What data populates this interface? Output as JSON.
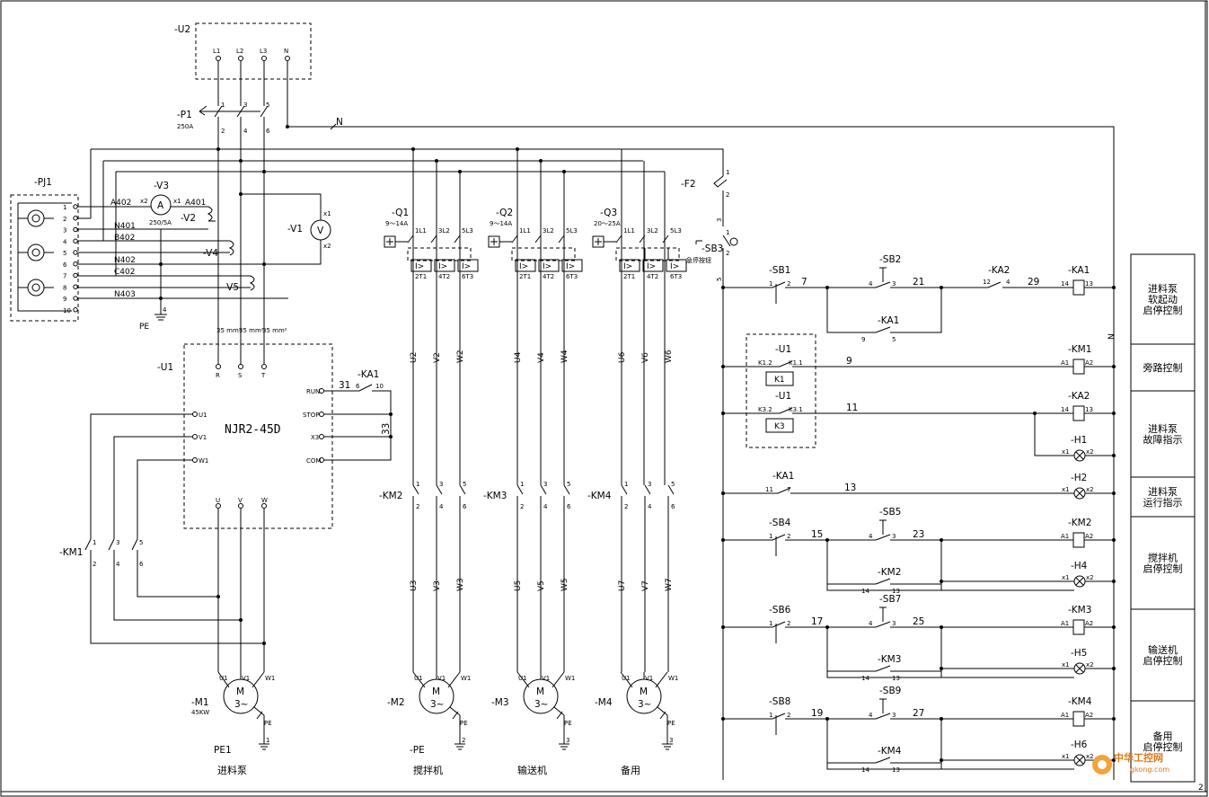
{
  "meta": {
    "page_number": "2",
    "watermark_text": "中华工控网",
    "watermark_sub": "gkong.com"
  },
  "supply": {
    "tag": "-U2",
    "terminals": [
      "L1",
      "L2",
      "L3",
      "N"
    ],
    "breaker_tag": "-P1",
    "breaker_rating": "250A",
    "breaker_pins_top": [
      "1",
      "3",
      "5"
    ],
    "breaker_pins_bottom": [
      "2",
      "4",
      "6"
    ],
    "neutral_label": "N"
  },
  "meters": {
    "pj1": {
      "tag": "-PJ1",
      "terminals": [
        "1",
        "2",
        "3",
        "4",
        "5",
        "6",
        "7",
        "8",
        "9",
        "10"
      ]
    },
    "ammeter": {
      "tag": "-V3",
      "symbol": "A",
      "rating": "250/5A",
      "pin_left": "x2",
      "pin_right": "x1"
    },
    "voltmeter": {
      "tag": "-V1",
      "symbol": "V",
      "pin_top": "x1",
      "pin_bottom": "x2"
    },
    "ct_tags": [
      "-V2",
      "-V4",
      "-V5"
    ],
    "wire_labels": [
      "A402",
      "A401",
      "N401",
      "B402",
      "N402",
      "C402",
      "N403"
    ],
    "pe_label": "PE",
    "pe_pin": "4",
    "cable_size": "35 mm²"
  },
  "soft_starter": {
    "tag": "-U1",
    "model": "NJR2-45D",
    "inputs": [
      "R",
      "S",
      "T"
    ],
    "control": [
      "RUN",
      "STOP",
      "X3",
      "COM"
    ],
    "motor_terms": [
      "U1",
      "V1",
      "W1"
    ],
    "outputs": [
      "U",
      "V",
      "W"
    ],
    "ka1_contact": "-KA1",
    "ka1_pins": [
      "6",
      "10"
    ],
    "wire_31": "31",
    "wire_33": "33"
  },
  "bypass": {
    "tag": "-KM1",
    "pins": [
      "1",
      "3",
      "5",
      "2",
      "4",
      "6"
    ]
  },
  "breakers": [
    {
      "tag": "-Q1",
      "range": "9～14A"
    },
    {
      "tag": "-Q2",
      "range": "9～14A"
    },
    {
      "tag": "-Q3",
      "range": "20～25A"
    }
  ],
  "breaker_pins_top": [
    "1L1",
    "3L2",
    "5L3"
  ],
  "breaker_pins_bottom": [
    "2T1",
    "4T2",
    "6T3"
  ],
  "breaker_trip": "I>",
  "contactors": [
    "-KM2",
    "-KM3",
    "-KM4"
  ],
  "contact_pins": [
    "1",
    "3",
    "5",
    "2",
    "4",
    "6"
  ],
  "wire_sets": [
    {
      "upper": [
        "U2",
        "V2",
        "W2"
      ],
      "lower": [
        "U3",
        "V3",
        "W3"
      ]
    },
    {
      "upper": [
        "U4",
        "V4",
        "W4"
      ],
      "lower": [
        "U5",
        "V5",
        "W5"
      ]
    },
    {
      "upper": [
        "U6",
        "V6",
        "W6"
      ],
      "lower": [
        "U7",
        "V7",
        "W7"
      ]
    }
  ],
  "motors": [
    {
      "tag": "-M1",
      "power": "45KW",
      "pe_tag": "PE1",
      "pe_pin": "1",
      "caption": "进料泵"
    },
    {
      "tag": "-M2",
      "power": "",
      "pe_tag": "-PE",
      "pe_pin": "2",
      "caption": "搅拌机"
    },
    {
      "tag": "-M3",
      "power": "",
      "pe_tag": "",
      "pe_pin": "3",
      "caption": "输送机"
    },
    {
      "tag": "-M4",
      "power": "",
      "pe_tag": "",
      "pe_pin": "3",
      "caption": "备用"
    }
  ],
  "motor_symbol": {
    "letter": "M",
    "phase": "3~",
    "terms": [
      "U1",
      "V1",
      "W1"
    ],
    "pe": "PE"
  },
  "control": {
    "fuse": {
      "tag": "-F2",
      "pins": [
        "1",
        "2"
      ]
    },
    "estop": {
      "tag": "-SB3",
      "label": "急停按钮",
      "pins": [
        "1",
        "2",
        "3",
        "5"
      ]
    },
    "neutral": "N",
    "rows": {
      "r1": {
        "sb": "-SB1",
        "sb_pins": [
          "1",
          "2"
        ],
        "w1": "7",
        "sb2": "-SB2",
        "sb2_pins": [
          "4",
          "3"
        ],
        "w2": "21",
        "ka2": "-KA2",
        "ka2_pins": [
          "12",
          "4"
        ],
        "w3": "29",
        "coil": "-KA1",
        "coil_pins": [
          "14",
          "13"
        ],
        "hold": "-KA1",
        "hold_pins": [
          "9",
          "5"
        ]
      },
      "r2": {
        "u1": "-U1",
        "pins": [
          "K1.2",
          "K1.1"
        ],
        "box": "K1",
        "wire": "9",
        "coil": "-KM1",
        "coil_pins": [
          "A1",
          "A2"
        ]
      },
      "r3": {
        "u1": "-U1",
        "pins": [
          "K3.2",
          "K3.1"
        ],
        "box": "K3",
        "wire": "11",
        "coil": "-KA2",
        "coil_pins": [
          "14",
          "13"
        ],
        "lamp": "-H1",
        "lamp_pins": [
          "x1",
          "x2"
        ]
      },
      "r4": {
        "ka": "-KA1",
        "pins": [
          "11",
          "7"
        ],
        "wire": "13",
        "lamp": "-H2",
        "lamp_pins": [
          "x1",
          "x2"
        ]
      },
      "r5": {
        "sb": "-SB4",
        "sb_pins": [
          "1",
          "2"
        ],
        "w1": "15",
        "sb2": "-SB5",
        "sb2_pins": [
          "4",
          "3"
        ],
        "w2": "23",
        "coil": "-KM2",
        "coil_pins": [
          "A1",
          "A2"
        ],
        "hold": "-KM2",
        "hold_pins": [
          "14",
          "13"
        ],
        "lamp": "-H4",
        "lamp_pins": [
          "x1",
          "x2"
        ]
      },
      "r6": {
        "sb": "-SB6",
        "sb_pins": [
          "1",
          "2"
        ],
        "w1": "17",
        "sb2": "-SB7",
        "sb2_pins": [
          "4",
          "3"
        ],
        "w2": "25",
        "coil": "-KM3",
        "coil_pins": [
          "A1",
          "A2"
        ],
        "hold": "-KM3",
        "hold_pins": [
          "14",
          "13"
        ],
        "lamp": "-H5",
        "lamp_pins": [
          "x1",
          "x2"
        ]
      },
      "r7": {
        "sb": "-SB8",
        "sb_pins": [
          "1",
          "2"
        ],
        "w1": "19",
        "sb2": "-SB9",
        "sb2_pins": [
          "4",
          "3"
        ],
        "w2": "27",
        "coil": "-KM4",
        "coil_pins": [
          "A1",
          "A2"
        ],
        "hold": "-KM4",
        "hold_pins": [
          "14",
          "13"
        ],
        "lamp": "-H6",
        "lamp_pins": [
          "x1",
          "x2"
        ]
      }
    }
  },
  "legend": [
    [
      "进料泵",
      "软起动",
      "启停控制"
    ],
    [
      "旁路控制"
    ],
    [
      "进料泵",
      "故障指示"
    ],
    [
      "进料泵",
      "运行指示"
    ],
    [
      "搅拌机",
      "启停控制"
    ],
    [
      "输送机",
      "启停控制"
    ],
    [
      "备用",
      "启停控制"
    ]
  ]
}
